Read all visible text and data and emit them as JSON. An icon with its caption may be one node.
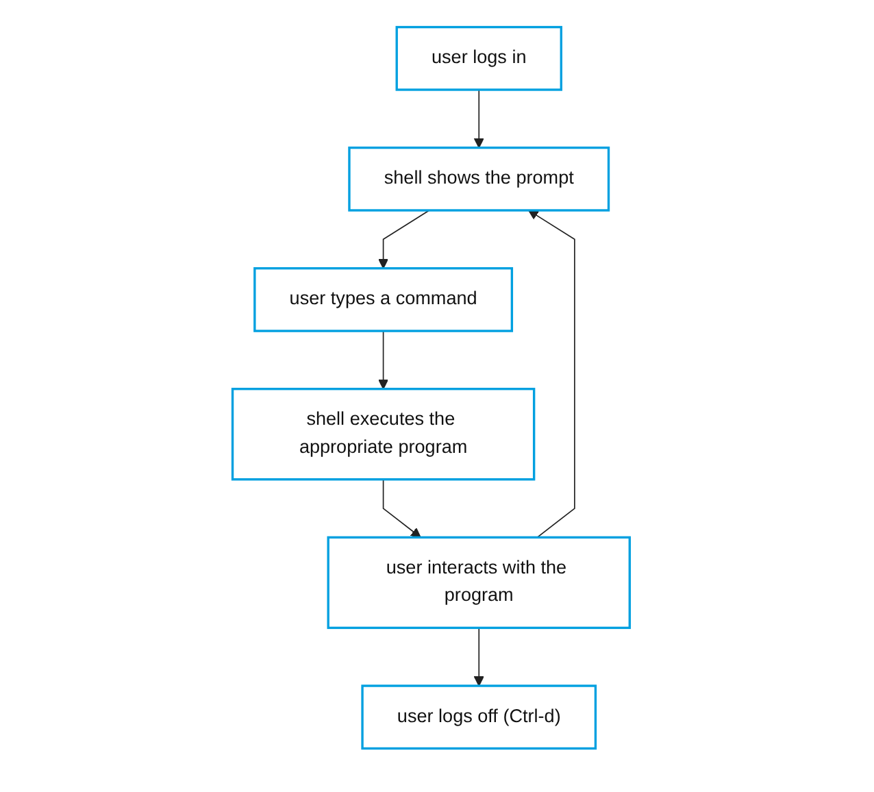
{
  "diagram": {
    "nodes": [
      {
        "text": [
          "user logs in"
        ]
      },
      {
        "text": [
          "shell shows the prompt"
        ]
      },
      {
        "text": [
          "user types a command"
        ]
      },
      {
        "text": [
          "shell executes the appropriate program"
        ]
      },
      {
        "text": [
          "user interacts with the program"
        ]
      },
      {
        "text": [
          "user logs off (Ctrl-d)"
        ]
      }
    ],
    "edges": [
      {
        "from": 0,
        "to": 1,
        "arrow": "to"
      },
      {
        "from": 1,
        "to": 2,
        "arrow": "to"
      },
      {
        "from": 2,
        "to": 3,
        "arrow": "to"
      },
      {
        "from": 3,
        "to": 4,
        "arrow": "to"
      },
      {
        "from": 4,
        "to": 5,
        "arrow": "to"
      },
      {
        "from": 4,
        "to": 1,
        "arrow": "to"
      }
    ]
  }
}
